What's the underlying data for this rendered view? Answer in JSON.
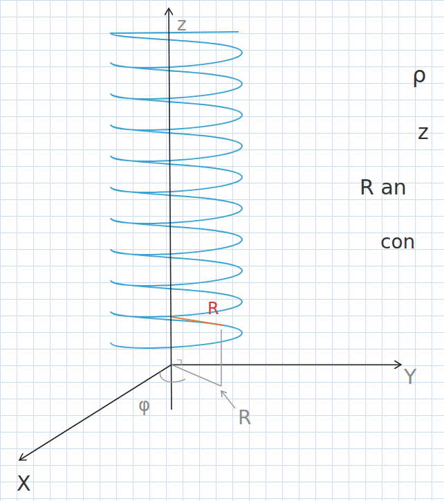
{
  "diagram": {
    "labels": [
      "z",
      "Y",
      "X",
      "R",
      "φ",
      "R",
      "ρ",
      "z",
      "R an",
      "con"
    ]
  }
}
